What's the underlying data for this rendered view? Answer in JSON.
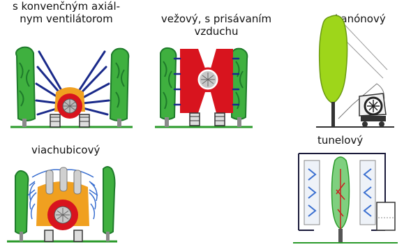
{
  "labels": {
    "axial_top": "s konvenčným axiál-",
    "axial_bottom": "nym ventilátorom",
    "tower_top": "vežový, s prisávaním",
    "tower_bottom": "vzduchu",
    "cannon": "kanónový",
    "multi": "viachubicový",
    "tunnel": "tunelový"
  },
  "colors": {
    "tree": "#3fb03f",
    "tree_dark": "#1e7a2a",
    "trunk": "#8a8a8a",
    "frame": "#1a1a3a",
    "airflow": "#1a2a8a",
    "airflow_light": "#3a6fd0",
    "fan_red": "#d8141e",
    "fan_orange": "#f0a020",
    "cannon_tree": "#9ed61a",
    "ground": "#2a9a2a"
  }
}
